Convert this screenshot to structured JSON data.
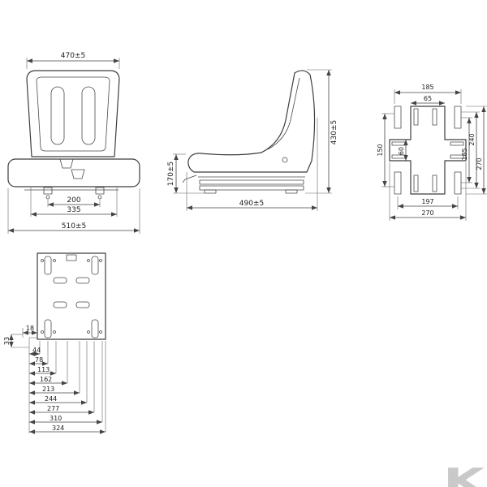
{
  "drawing": {
    "front": {
      "dim_top": "470±5",
      "dim_slot": "200",
      "dim_mount": "335",
      "dim_bottom": "510±5"
    },
    "side": {
      "dim_height": "430±5",
      "dim_base_height": "170±5",
      "dim_depth": "490±5"
    },
    "mount": {
      "dim_top_outer": "185",
      "dim_top_inner": "65",
      "dim_left_outer": "150",
      "dim_left_inner": "60",
      "dim_right_inner": "185",
      "dim_right_mid": "240",
      "dim_right_outer": "270",
      "dim_bottom_inner": "197",
      "dim_bottom_outer": "270"
    },
    "plate": {
      "dim_offset": "18",
      "dim_offset_v": "33",
      "cascade": [
        "44",
        "78",
        "113",
        "162",
        "213",
        "244",
        "277",
        "310",
        "324"
      ]
    },
    "watermark": "K"
  }
}
